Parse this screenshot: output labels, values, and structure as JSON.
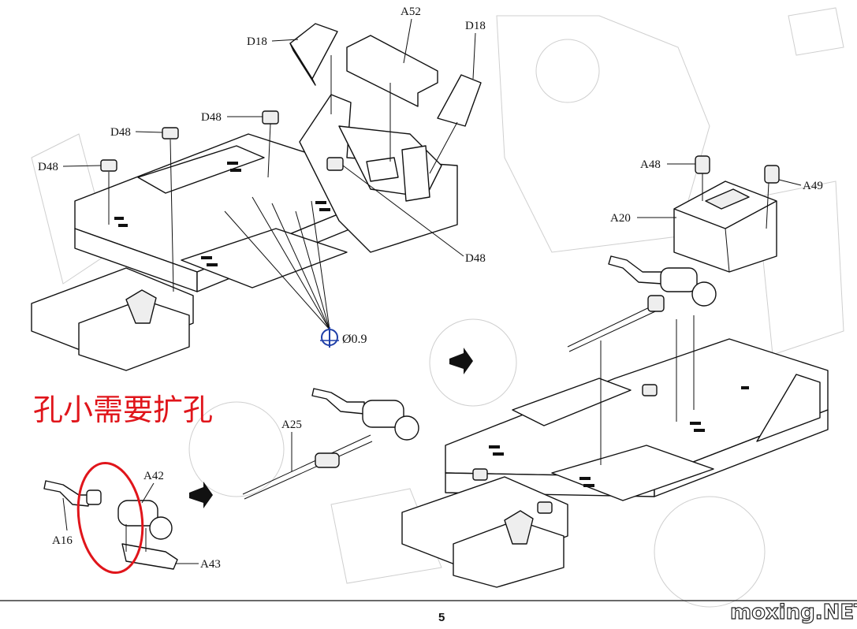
{
  "labels": {
    "D18_left": "D18",
    "A52": "A52",
    "D18_right": "D18",
    "D48_a": "D48",
    "D48_b": "D48",
    "D48_c": "D48",
    "D48_d": "D48",
    "hole_size": "Ø0.9",
    "A48": "A48",
    "A49": "A49",
    "A20": "A20",
    "A25": "A25",
    "A42": "A42",
    "A16": "A16",
    "A43": "A43"
  },
  "annotation_text": "孔小需要扩孔",
  "page_number": "5",
  "watermark": "moxing.NET",
  "colors": {
    "annotation_red": "#e0151b",
    "drill_blue": "#1f3fa8",
    "ink": "#111111",
    "ghost": "#cfcfcf"
  },
  "icons": [
    "drill-hole-icon",
    "step-arrow-icon"
  ]
}
